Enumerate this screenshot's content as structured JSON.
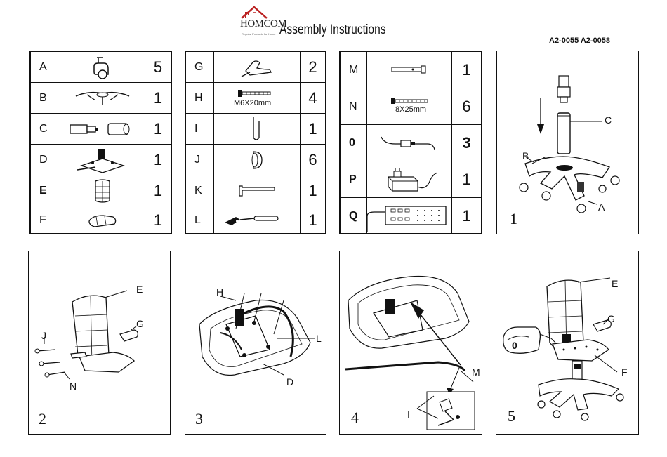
{
  "header": {
    "brand": "HOMCOM",
    "tagline": "Regular Products for Home",
    "title": "Assembly Instructions",
    "model": "A2-0055 A2-0058"
  },
  "parts_tables": [
    {
      "rows": [
        {
          "letter": "A",
          "qty": "5",
          "icon": "caster-wheel-icon"
        },
        {
          "letter": "B",
          "qty": "1",
          "icon": "five-star-base-icon"
        },
        {
          "letter": "C",
          "qty": "1",
          "icon": "gas-lift-cylinder-icon"
        },
        {
          "letter": "D",
          "qty": "1",
          "icon": "tilt-mechanism-icon"
        },
        {
          "letter": "E",
          "qty": "1",
          "icon": "backrest-icon"
        },
        {
          "letter": "F",
          "qty": "1",
          "icon": "seat-cushion-icon"
        }
      ]
    },
    {
      "rows": [
        {
          "letter": "G",
          "qty": "2",
          "icon": "armrest-icon"
        },
        {
          "letter": "H",
          "qty": "4",
          "icon": "bolt-icon",
          "dim": "M6X20mm"
        },
        {
          "letter": "I",
          "qty": "1",
          "icon": "clip-icon"
        },
        {
          "letter": "J",
          "qty": "6",
          "icon": "cap-icon"
        },
        {
          "letter": "K",
          "qty": "1",
          "icon": "allen-key-icon"
        },
        {
          "letter": "L",
          "qty": "1",
          "icon": "lever-icon"
        }
      ]
    },
    {
      "rows": [
        {
          "letter": "M",
          "qty": "1",
          "icon": "pin-icon"
        },
        {
          "letter": "N",
          "qty": "6",
          "icon": "bolt-icon",
          "dim": "8X25mm"
        },
        {
          "letter": "0",
          "qty": "3",
          "icon": "cable-connector-icon"
        },
        {
          "letter": "P",
          "qty": "1",
          "icon": "power-adapter-icon"
        },
        {
          "letter": "Q",
          "qty": "1",
          "icon": "remote-control-icon"
        }
      ]
    }
  ],
  "steps": [
    {
      "number": "1",
      "labels": {
        "c": "C",
        "b": "B",
        "a": "A"
      }
    },
    {
      "number": "2",
      "labels": {
        "e": "E",
        "g": "G",
        "j": "J",
        "n": "N"
      }
    },
    {
      "number": "3",
      "labels": {
        "h": "H",
        "l": "L",
        "d": "D"
      }
    },
    {
      "number": "4",
      "labels": {
        "m": "M",
        "i": "I"
      }
    },
    {
      "number": "5",
      "labels": {
        "e": "E",
        "g": "G",
        "o": "0",
        "f": "F"
      }
    }
  ]
}
